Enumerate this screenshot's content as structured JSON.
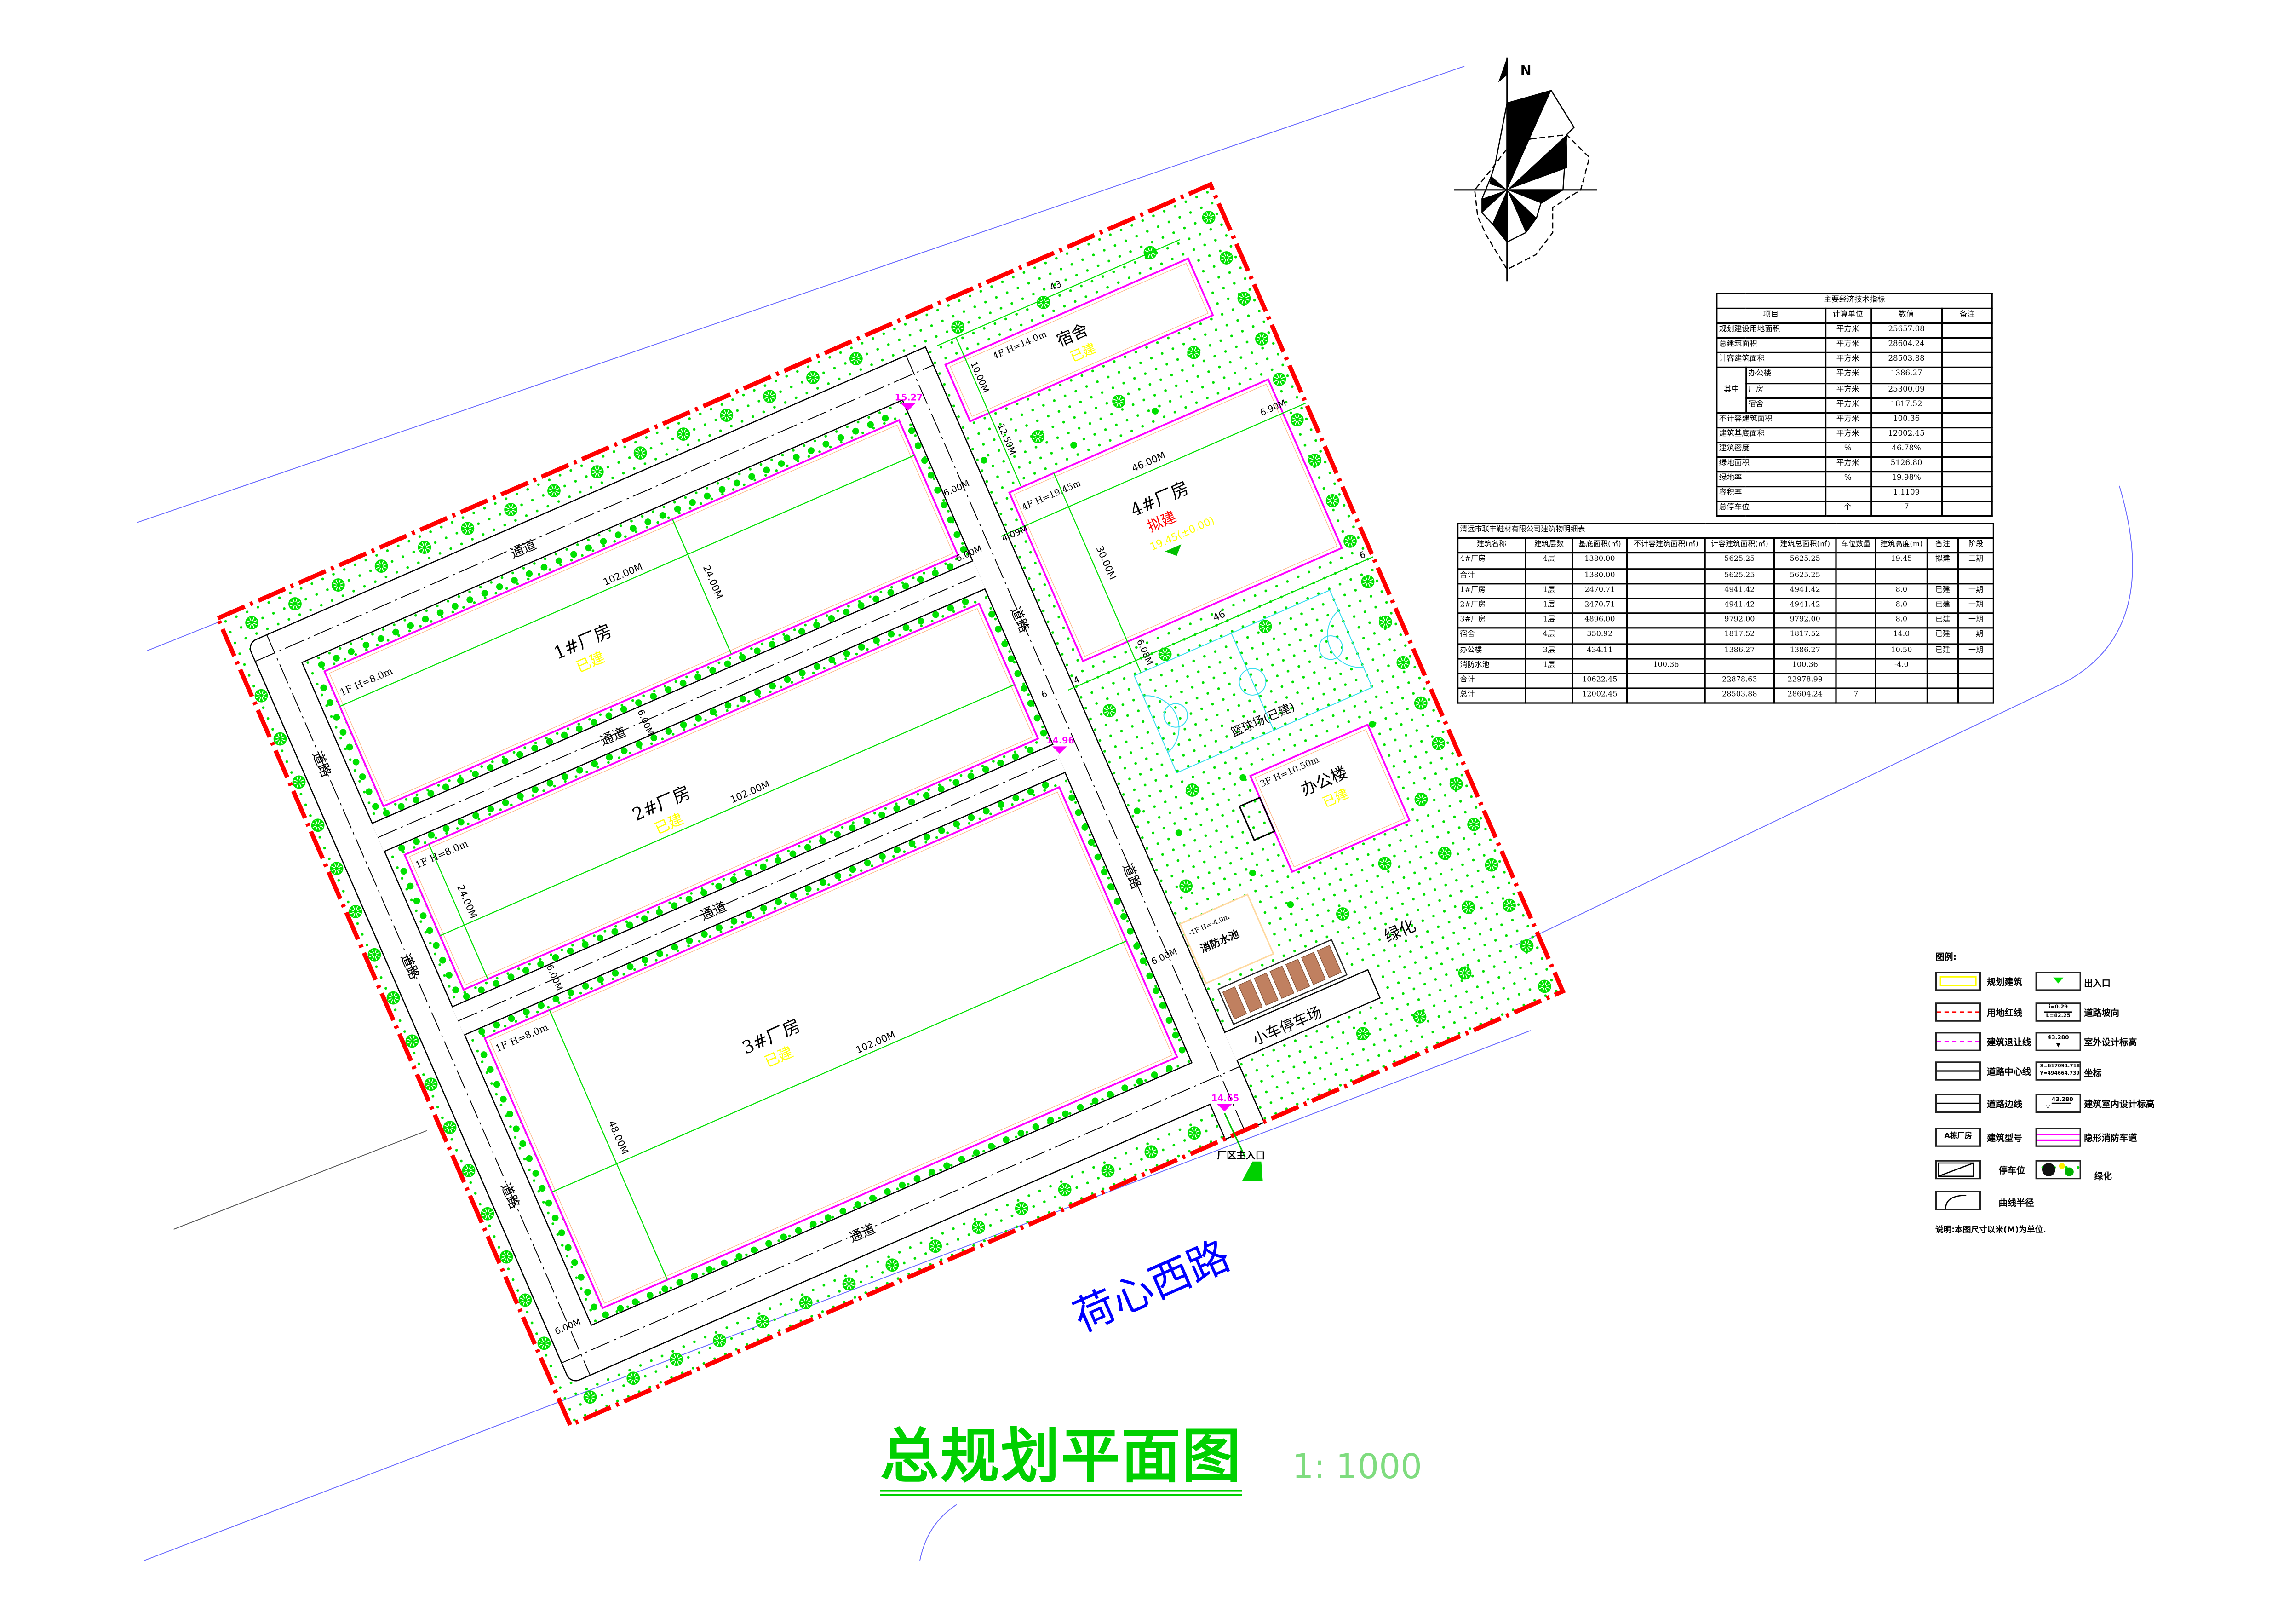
{
  "drawing": {
    "title": "总规划平面图",
    "scale": "1: 1000",
    "road_name": "荷心西路",
    "north": "N"
  },
  "buildings": {
    "f1": {
      "name": "1#厂房",
      "status": "已建",
      "spec": "1F H=8.0m",
      "length": "102.00M",
      "width": "24.00M"
    },
    "f2": {
      "name": "2#厂房",
      "status": "已建",
      "spec": "1F H=8.0m",
      "length": "102.00M",
      "width": "24.00M"
    },
    "f3": {
      "name": "3#厂房",
      "status": "已建",
      "spec": "1F H=8.0m",
      "length": "102.00M",
      "width": "48.00M"
    },
    "f4": {
      "name": "4#厂房",
      "status": "拟建",
      "spec": "4F H=19.45m",
      "elevation": "19.45(±0.00)",
      "length": "46.00M",
      "width": "30.00M",
      "length_b": "46"
    },
    "dorm": {
      "name": "宿舍",
      "status": "已建",
      "spec": "4F H=14.0m",
      "length": "43",
      "width": "10.00M",
      "gap": "12.50M"
    },
    "office": {
      "name": "办公楼",
      "status": "已建",
      "spec": "3F H=10.50m"
    },
    "pool": {
      "name": "消防水池",
      "spec": "-1F H=-4.0m"
    },
    "court": {
      "name": "篮球场(已建)"
    },
    "parking": {
      "name": "小车停车场",
      "stalls": 7
    },
    "green": "绿化",
    "entrance": "厂区主入口"
  },
  "roads": {
    "tongdao": "通道",
    "daolu": "道路"
  },
  "dims": {
    "d600": "6.00M",
    "d409": "4.09M",
    "d690": "6.90M",
    "d608": "6.08M",
    "d6": "6",
    "d4": "4"
  },
  "elevations": [
    "15.27",
    "14.96",
    "14.65"
  ],
  "indicators": {
    "title": "主要经济技术指标",
    "headers": [
      "项目",
      "计算单位",
      "数值",
      "备注"
    ],
    "group_label": "其中",
    "rows": [
      {
        "item": "规划建设用地面积",
        "unit": "平方米",
        "value": "25657.08",
        "note": ""
      },
      {
        "item": "总建筑面积",
        "unit": "平方米",
        "value": "28604.24",
        "note": ""
      },
      {
        "item": "计容建筑面积",
        "unit": "平方米",
        "value": "28503.88",
        "note": ""
      },
      {
        "item": "办公楼",
        "unit": "平方米",
        "value": "1386.27",
        "note": "",
        "group": true
      },
      {
        "item": "厂房",
        "unit": "平方米",
        "value": "25300.09",
        "note": "",
        "group": true
      },
      {
        "item": "宿舍",
        "unit": "平方米",
        "value": "1817.52",
        "note": "",
        "group": true
      },
      {
        "item": "不计容建筑面积",
        "unit": "平方米",
        "value": "100.36",
        "note": ""
      },
      {
        "item": "建筑基底面积",
        "unit": "平方米",
        "value": "12002.45",
        "note": ""
      },
      {
        "item": "建筑密度",
        "unit": "%",
        "value": "46.78%",
        "note": ""
      },
      {
        "item": "绿地面积",
        "unit": "平方米",
        "value": "5126.80",
        "note": ""
      },
      {
        "item": "绿地率",
        "unit": "%",
        "value": "19.98%",
        "note": ""
      },
      {
        "item": "容积率",
        "unit": "",
        "value": "1.1109",
        "note": ""
      },
      {
        "item": "总停车位",
        "unit": "个",
        "value": "7",
        "note": ""
      }
    ]
  },
  "detail": {
    "title": "清远市联丰鞋材有限公司建筑物明细表",
    "headers": [
      "建筑名称",
      "建筑层数",
      "基底面积(㎡)",
      "不计容建筑面积(㎡)",
      "计容建筑面积(㎡)",
      "建筑总面积(㎡)",
      "车位数量",
      "建筑高度(m)",
      "备注",
      "阶段"
    ],
    "rows": [
      [
        "4#厂房",
        "4层",
        "1380.00",
        "",
        "5625.25",
        "5625.25",
        "",
        "19.45",
        "拟建",
        "二期"
      ],
      [
        "合计",
        "",
        "1380.00",
        "",
        "5625.25",
        "5625.25",
        "",
        "",
        "",
        ""
      ],
      [
        "1#厂房",
        "1层",
        "2470.71",
        "",
        "4941.42",
        "4941.42",
        "",
        "8.0",
        "已建",
        "一期"
      ],
      [
        "2#厂房",
        "1层",
        "2470.71",
        "",
        "4941.42",
        "4941.42",
        "",
        "8.0",
        "已建",
        "一期"
      ],
      [
        "3#厂房",
        "1层",
        "4896.00",
        "",
        "9792.00",
        "9792.00",
        "",
        "8.0",
        "已建",
        "一期"
      ],
      [
        "宿舍",
        "4层",
        "350.92",
        "",
        "1817.52",
        "1817.52",
        "",
        "14.0",
        "已建",
        "一期"
      ],
      [
        "办公楼",
        "3层",
        "434.11",
        "",
        "1386.27",
        "1386.27",
        "",
        "10.50",
        "已建",
        "一期"
      ],
      [
        "消防水池",
        "1层",
        "",
        "100.36",
        "",
        "100.36",
        "",
        "-4.0",
        "",
        ""
      ],
      [
        "合计",
        "",
        "10622.45",
        "",
        "22878.63",
        "22978.99",
        "",
        "",
        "",
        ""
      ],
      [
        "总计",
        "",
        "12002.45",
        "",
        "28503.88",
        "28604.24",
        "7",
        "",
        "",
        ""
      ]
    ]
  },
  "legend": {
    "title": "图例:",
    "left": [
      "规划建筑",
      "用地红线",
      "建筑退让线",
      "道路中心线",
      "道路边线",
      "建筑型号",
      "停车位",
      "曲线半径"
    ],
    "right": [
      "出入口",
      "道路坡向",
      "室外设计标高",
      "坐标",
      "建筑室内设计标高",
      "隐形消防车道",
      "绿化"
    ],
    "sample_building": "A栋厂房",
    "slope_i": "i=0.29",
    "slope_l": "L=42.25",
    "elev_sample": "43.280",
    "coord_x": "X=617094.718",
    "coord_y": "Y=494664.739",
    "note": "说明:本图尺寸以米(M)为单位."
  },
  "colors": {
    "boundary": "#ff0000",
    "setback": "#ff00ff",
    "green": "#00e000",
    "road_name": "#0000ff",
    "status_built": "#ffff00",
    "status_planned": "#ff0000"
  }
}
